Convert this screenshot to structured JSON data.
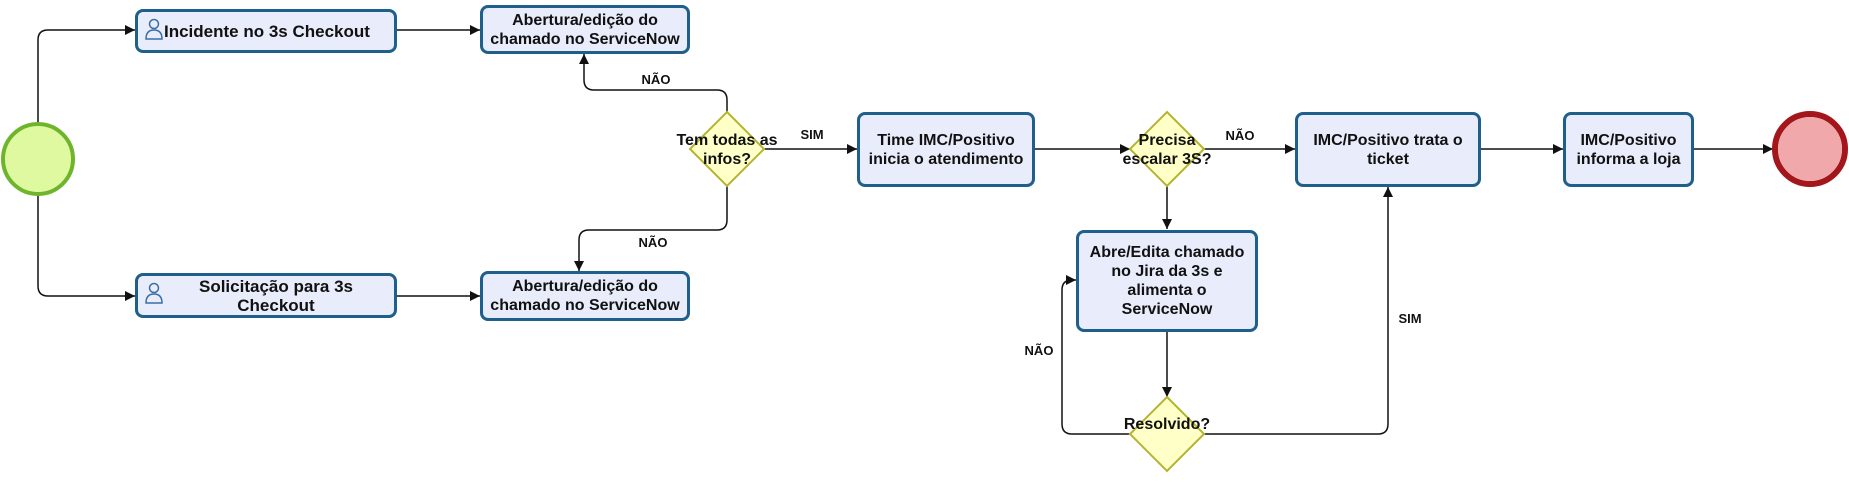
{
  "diagram": {
    "start_event": {
      "fill": "#dff9a0",
      "stroke": "#6fb52c"
    },
    "end_event": {
      "fill": "#f0a8aa",
      "stroke": "#a3161b"
    },
    "tasks": {
      "incidente": {
        "label": "Incidente no 3s Checkout",
        "icon": "user-icon"
      },
      "solicitacao": {
        "label": "Solicitação para 3s Checkout",
        "icon": "user-icon"
      },
      "abertura_top": {
        "label": "Abertura/edição do chamado no ServiceNow"
      },
      "abertura_bottom": {
        "label": "Abertura/edição do chamado no ServiceNow"
      },
      "time_imc": {
        "label": "Time IMC/Positivo inicia o atendimento"
      },
      "abre_edita": {
        "label": "Abre/Edita chamado no Jira da 3s e alimenta o ServiceNow"
      },
      "imc_trata": {
        "label": "IMC/Positivo trata o ticket"
      },
      "imc_informa": {
        "label": "IMC/Positivo informa a loja"
      }
    },
    "gateways": {
      "todas_infos": {
        "label": "Tem todas as infos?"
      },
      "escalar": {
        "label": "Precisa escalar 3S?"
      },
      "resolvido": {
        "label": "Resolvido?"
      }
    },
    "edge_labels": {
      "nao_top": "NÃO",
      "nao_bottom": "NÃO",
      "sim_infos": "SIM",
      "nao_escalar": "NÃO",
      "nao_resolvido": "NÃO",
      "sim_resolvido": "SIM"
    },
    "colors": {
      "task_fill": "#e8ecfb",
      "task_stroke": "#1f5f8b",
      "gateway_fill": "#ffffc8",
      "gateway_stroke": "#b4b432",
      "edge": "#111111"
    }
  }
}
